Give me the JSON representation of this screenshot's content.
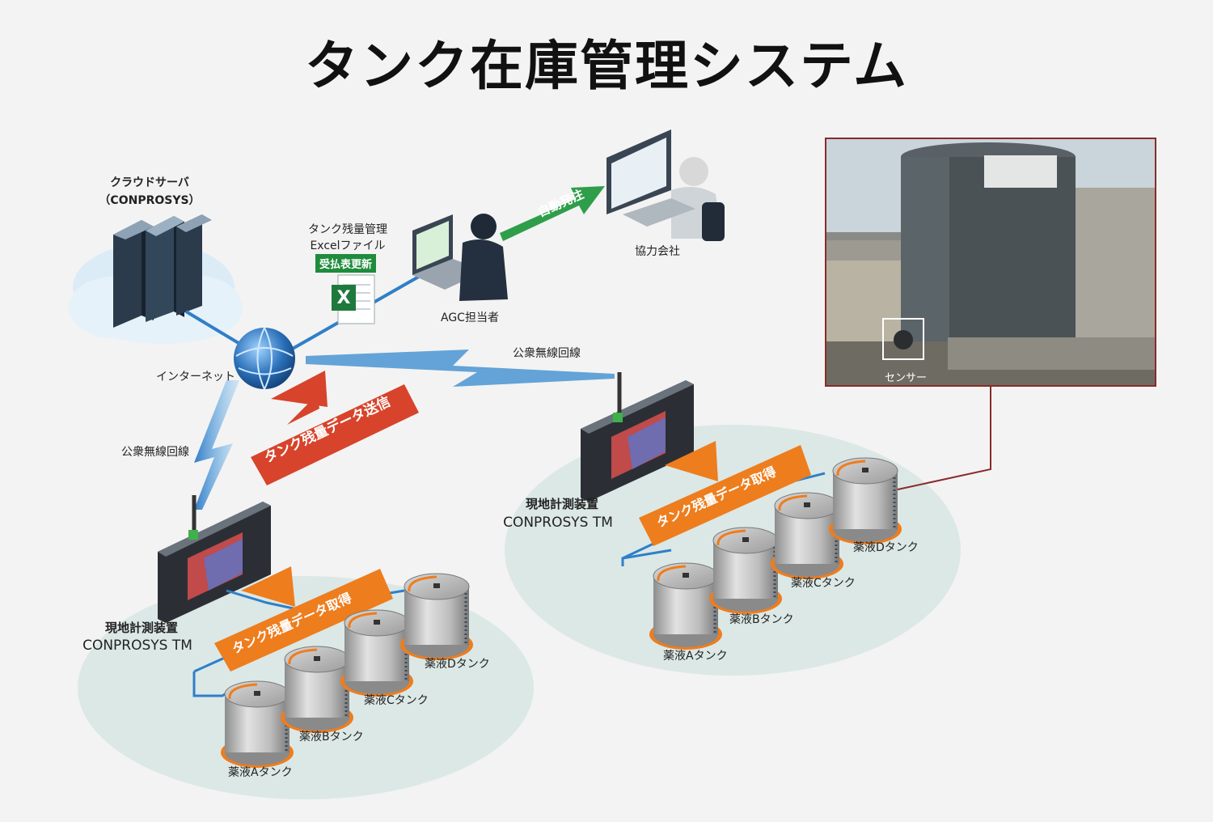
{
  "title": "タンク在庫管理システム",
  "cloud_server": {
    "line1": "クラウドサーバ",
    "line2": "（CONPROSYS）"
  },
  "internet_label": "インターネット",
  "public_wireless_left": "公衆無線回線",
  "public_wireless_right": "公衆無線回線",
  "excel": {
    "line1": "タンク残量管理",
    "line2": "Excelファイル",
    "badge": "受払表更新"
  },
  "agc_person": "AGC担当者",
  "partner": "協力会社",
  "auto_order": "自動発注",
  "send_arrow": "タンク残量データ送信",
  "acquire_arrow_left": "タンク残量データ取得",
  "acquire_arrow_right": "タンク残量データ取得",
  "device_left": {
    "line1": "現地計測装置",
    "line2": "CONPROSYS TM"
  },
  "device_right": {
    "line1": "現地計測装置",
    "line2": "CONPROSYS TM"
  },
  "tanks_left": [
    "薬液Aタンク",
    "薬液Bタンク",
    "薬液Cタンク",
    "薬液Dタンク"
  ],
  "tanks_right": [
    "薬液Aタンク",
    "薬液Bタンク",
    "薬液Cタンク",
    "薬液Dタンク"
  ],
  "sensor_label": "センサー",
  "colors": {
    "green_arrow": "#2f9e4a",
    "red_arrow": "#d8432b",
    "orange_arrow": "#ee7d1e",
    "network_line": "#2f7fc8",
    "photo_frame": "#8a2a2a"
  }
}
